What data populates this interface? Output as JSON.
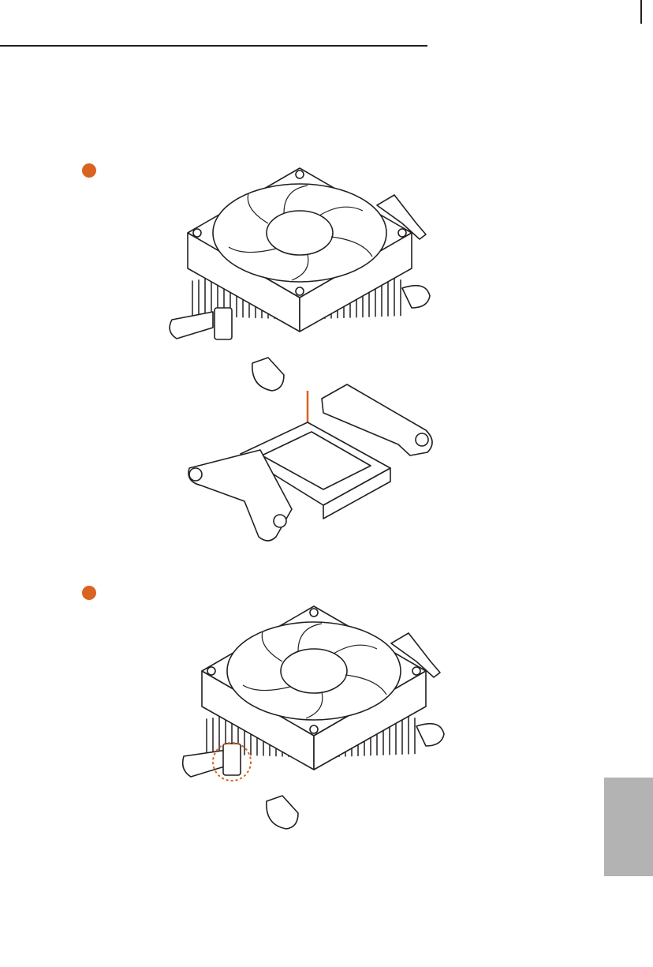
{
  "colors": {
    "accent": "#d9641f",
    "rule": "#231f20",
    "tab": "#b3b3b3"
  },
  "steps": [
    {
      "id": "step-1",
      "marker": "orange-dot"
    },
    {
      "id": "step-2",
      "marker": "orange-dot"
    }
  ],
  "figures": [
    {
      "id": "figure-1",
      "depicts": "cooler-above-socket-illustration"
    },
    {
      "id": "figure-2",
      "depicts": "cooler-installed-illustration"
    }
  ]
}
